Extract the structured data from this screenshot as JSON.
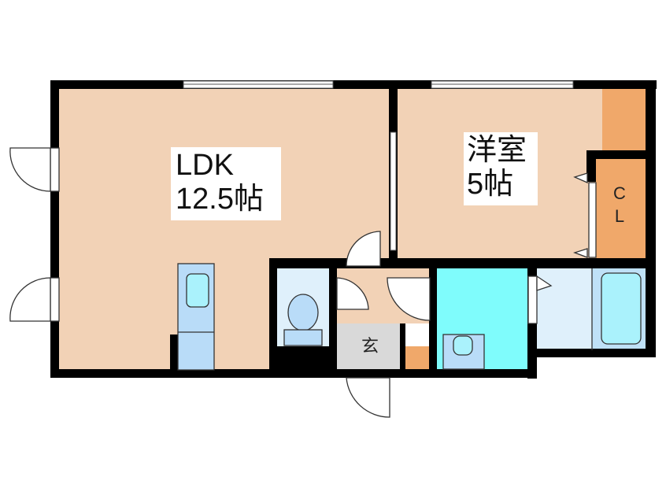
{
  "floorplan": {
    "rooms": [
      {
        "id": "ldk",
        "name": "LDK",
        "size": "12.5帖",
        "color": "#f2d2b6"
      },
      {
        "id": "western_room",
        "name": "洋室",
        "size": "5帖",
        "color": "#f2d2b6"
      },
      {
        "id": "closet",
        "line1": "C",
        "line2": "L",
        "color": "#f0a86a"
      },
      {
        "id": "entrance",
        "name": "玄",
        "color": "#d9d9d9"
      },
      {
        "id": "toilet",
        "color": "#dff0fb"
      },
      {
        "id": "washroom",
        "color": "#7ffcfc"
      },
      {
        "id": "bathroom",
        "color": "#bfe1f7"
      },
      {
        "id": "dressing",
        "color": "#dff0fb"
      }
    ],
    "colors": {
      "wall": "#000000",
      "floor": "#f2d2b6",
      "closet": "#f0a86a",
      "fixture_blue": "#b9dcf8",
      "fixture_light": "#aaf2fc",
      "entrance": "#d9d9d9",
      "washroom": "#7ffcfc"
    }
  }
}
